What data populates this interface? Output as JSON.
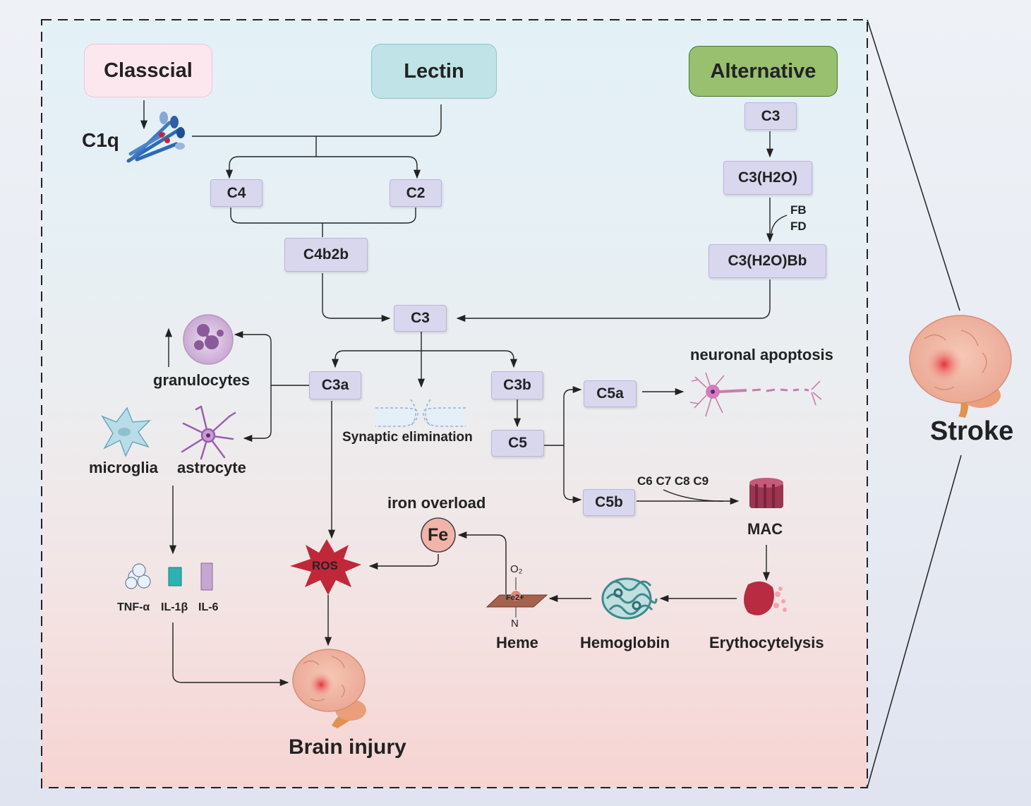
{
  "pathways": {
    "classical": "Classcial",
    "lectin": "Lectin",
    "alternative": "Alternative"
  },
  "nodes": {
    "c1q": "C1q",
    "c4": "C4",
    "c2": "C2",
    "c4b2b": "C4b2b",
    "c3_alt": "C3",
    "c3h2o": "C3(H2O)",
    "fb": "FB",
    "fd": "FD",
    "c3h2obb": "C3(H2O)Bb",
    "c3_main": "C3",
    "c3a": "C3a",
    "c3b": "C3b",
    "c5": "C5",
    "c5a": "C5a",
    "c5b": "C5b",
    "c6_c9": "C6 C7 C8 C9",
    "mac": "MAC"
  },
  "labels": {
    "granulocytes": "granulocytes",
    "microglia": "microglia",
    "astrocyte": "astrocyte",
    "synaptic": "Synaptic elimination",
    "neuronal_apoptosis": "neuronal apoptosis",
    "iron_overload": "iron overload",
    "fe": "Fe",
    "ros": "ROS",
    "o2": "O₂",
    "fe2": "Fe2+",
    "n": "N",
    "heme": "Heme",
    "hemoglobin": "Hemoglobin",
    "erythrocytelysis": "Erythocytelysis",
    "tnf": "TNF-α",
    "il1b": "IL-1β",
    "il6": "IL-6",
    "brain_injury": "Brain injury",
    "stroke": "Stroke"
  },
  "colors": {
    "classical_fill": "#fde7ee",
    "lectin_fill": "#bfe3e6",
    "alternative_fill": "#98c06e",
    "node_fill": "#d9d7ee",
    "ros": "#c0283a"
  }
}
